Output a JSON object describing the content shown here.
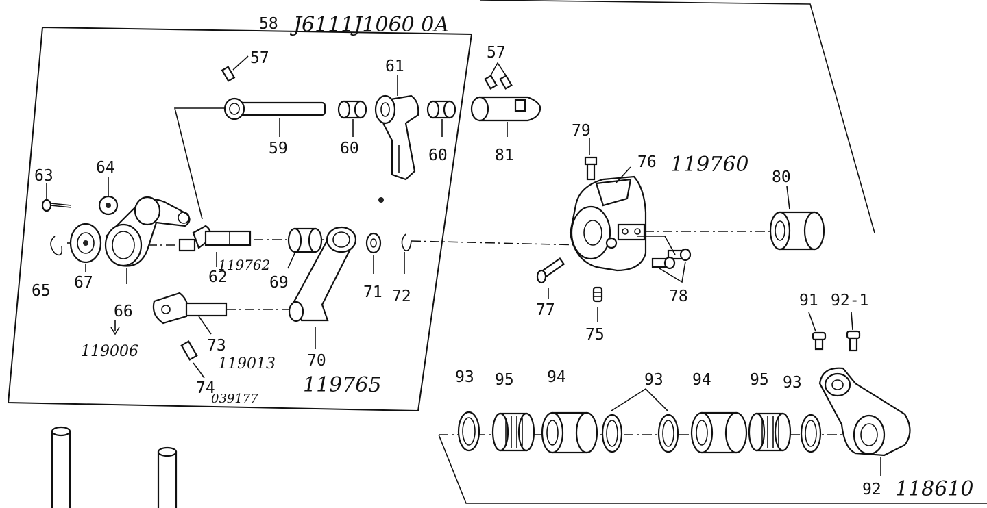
{
  "labels": {
    "p58": "58",
    "p57a": "57",
    "p57b": "57",
    "p59": "59",
    "p60a": "60",
    "p60b": "60",
    "p61": "61",
    "p81": "81",
    "p63": "63",
    "p64": "64",
    "p65": "65",
    "p67": "67",
    "p66": "66",
    "p62": "62",
    "p69": "69",
    "p71": "71",
    "p72": "72",
    "p70": "70",
    "p73": "73",
    "p74": "74",
    "p79": "79",
    "p76": "76",
    "p80": "80",
    "p77": "77",
    "p78": "78",
    "p75": "75",
    "p91": "91",
    "p92_1": "92-1",
    "p93a": "93",
    "p95a": "95",
    "p94a": "94",
    "p93b": "93",
    "p94b": "94",
    "p95b": "95",
    "p93c": "93",
    "p92": "92"
  },
  "handwritten": {
    "h58": "J6111J1060 0A",
    "h76": "119760",
    "h62": "119762",
    "h66": "119006",
    "h73": "119013",
    "h70": "119765",
    "h74": "039177",
    "h92": "118610"
  }
}
